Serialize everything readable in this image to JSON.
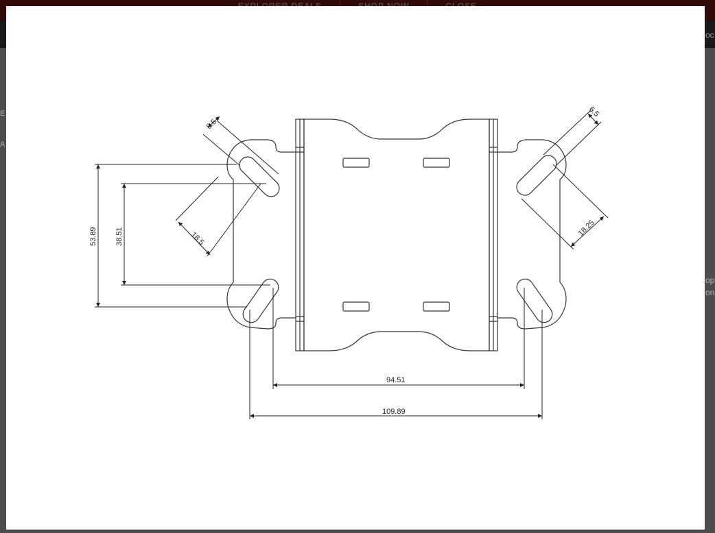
{
  "promo_bar": {
    "links": [
      "EXPLORER DEALS",
      "SHOP NOW",
      "CLOSE"
    ]
  },
  "nav": {
    "right_fragment": "oc"
  },
  "background": {
    "left_fragment_1": "EL",
    "left_fragment_2": "AC",
    "right_fragment_1": "op",
    "right_fragment_2": "on"
  },
  "drawing": {
    "dimensions": {
      "slot_width_left": "8.5",
      "slot_width_right": "6.5",
      "slot_length_left": "18.5",
      "slot_length_right": "18.25",
      "outer_vertical": "53.89",
      "inner_vertical": "38.51",
      "inner_horizontal": "94.51",
      "outer_horizontal": "109.89"
    }
  }
}
